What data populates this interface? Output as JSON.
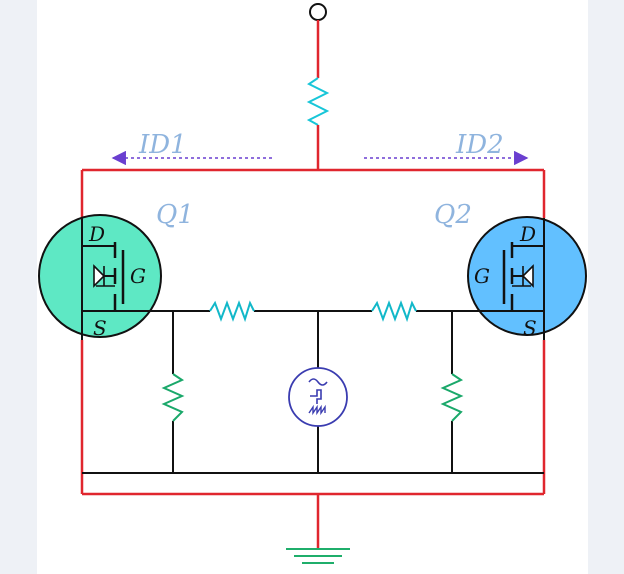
{
  "colors": {
    "supply_wire": "#e0262e",
    "signal_wire": "#111111",
    "top_resistor": "#17c6d8",
    "mid_resistor": "#12b8c9",
    "shunt_resistor": "#1aa86a",
    "current_arrow": "#6a3fd0",
    "current_label": "#8fb4de",
    "q1_fill": "#5ee8c4",
    "q2_fill": "#62c0ff",
    "source_stroke": "#3a3cb0",
    "ground": "#1fae6b"
  },
  "labels": {
    "id1": "ID1",
    "id2": "ID2",
    "q1": "Q1",
    "q2": "Q2",
    "drain": "D",
    "gate": "G",
    "source": "S"
  },
  "icons": {
    "signal_source": "sine-square-sawtooth-source-icon",
    "ground": "ground-icon",
    "supply_terminal": "open-terminal-icon"
  }
}
